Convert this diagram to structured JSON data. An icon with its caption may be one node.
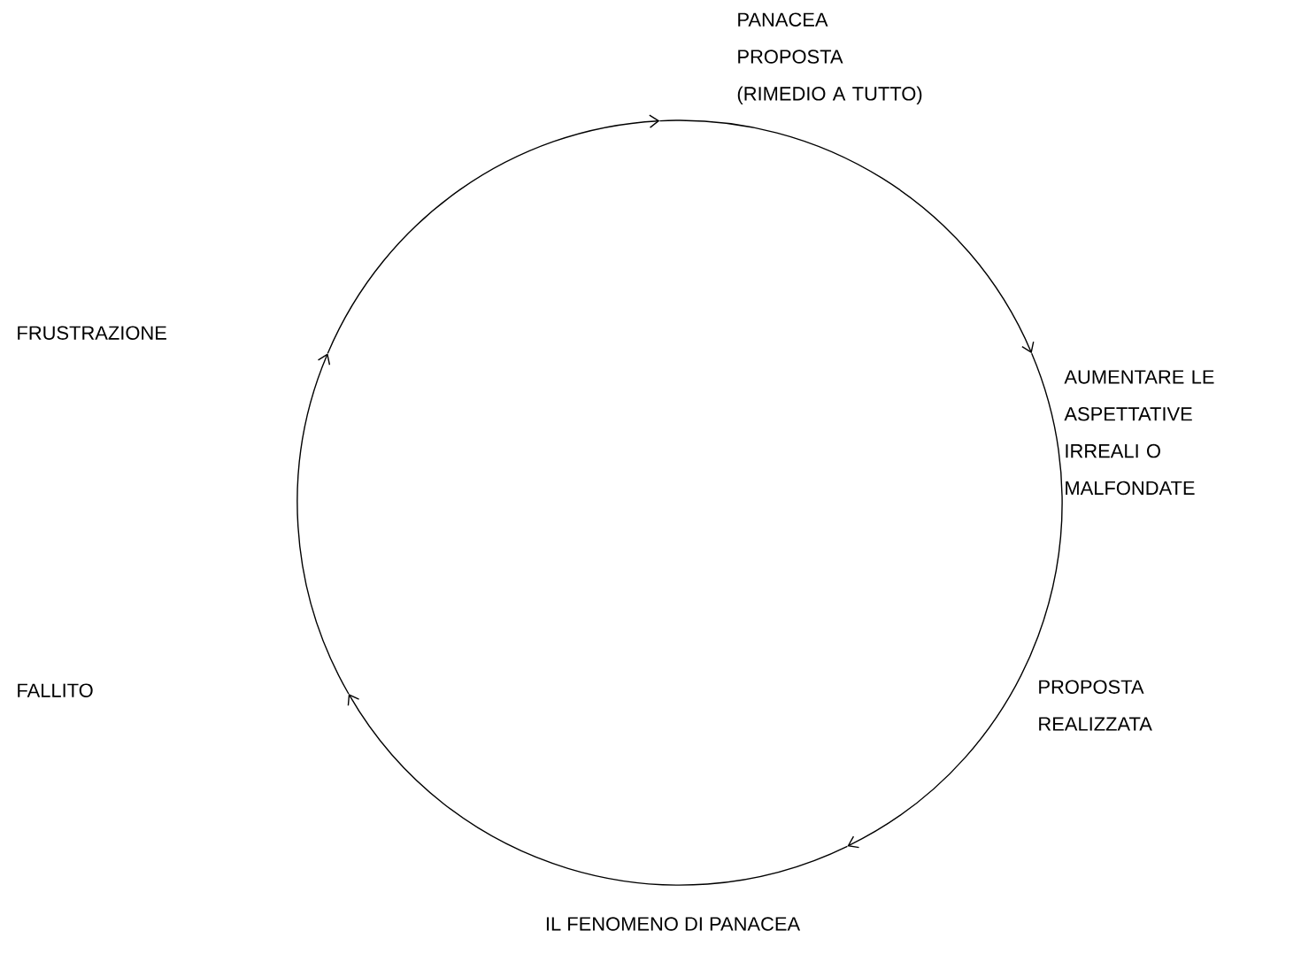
{
  "diagram": {
    "caption": "IL FENOMENO DI PANACEA",
    "nodes": [
      {
        "text": [
          "PANACEA PROPOSTA (RIMEDIO A TUTTO)"
        ]
      },
      {
        "text": [
          "AUMENTARE LE ASPETTATIVE IRREALI O MALFONDATE"
        ]
      },
      {
        "text": [
          "PROPOSTA REALIZZATA"
        ]
      },
      {
        "text": [
          "FALLITO"
        ]
      },
      {
        "text": [
          "FRUSTRAZIONE"
        ]
      }
    ]
  }
}
